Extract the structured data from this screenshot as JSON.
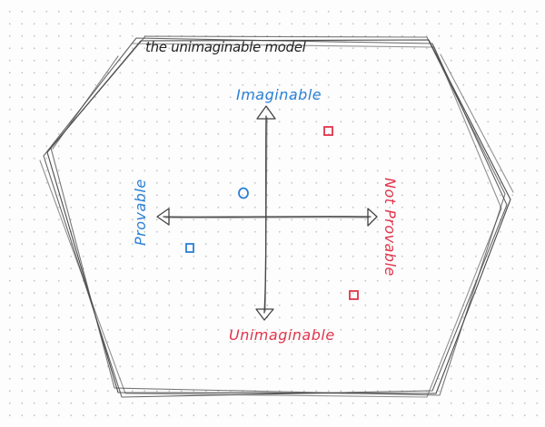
{
  "diagram": {
    "title": "the unimaginable model",
    "axes": {
      "top": "Imaginable",
      "bottom": "Unimaginable",
      "left": "Provable",
      "right": "Not Provable"
    },
    "colors": {
      "outline": "#4a4a4a",
      "axis": "#444444",
      "blue": "#2a7fd4",
      "red": "#e0344b"
    },
    "markers": [
      {
        "shape": "circle",
        "color": "blue",
        "quadrant": "imaginable-provable"
      },
      {
        "shape": "square",
        "color": "blue",
        "quadrant": "unimaginable-provable"
      },
      {
        "shape": "square",
        "color": "red",
        "quadrant": "imaginable-not-provable"
      },
      {
        "shape": "square",
        "color": "red",
        "quadrant": "unimaginable-not-provable"
      }
    ]
  }
}
